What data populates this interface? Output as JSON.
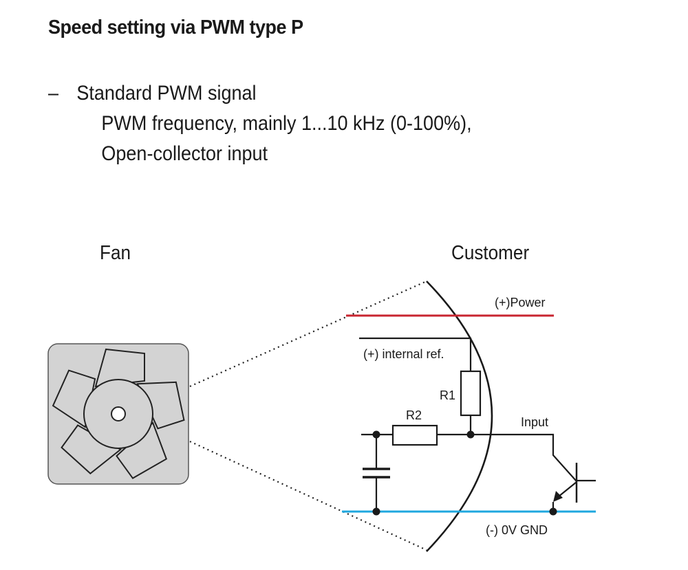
{
  "heading": {
    "title": "Speed setting via PWM type P"
  },
  "bullet": {
    "dash": "–",
    "line1": "Standard PWM signal",
    "line2": "PWM frequency, mainly 1...10 kHz (0-100%),",
    "line3": "Open-collector input"
  },
  "diagram": {
    "fan_label": "Fan",
    "customer_label": "Customer",
    "power_label": "(+)Power",
    "internal_ref_label": "(+)  internal ref.",
    "r1_label": "R1",
    "r2_label": "R2",
    "input_label": "Input",
    "gnd_label": "(-) 0V GND",
    "colors": {
      "power_line": "#c8242f",
      "gnd_line": "#1ea7df",
      "fan_body": "#d3d3d3",
      "wire": "#1a1a1a"
    },
    "icons": {
      "fan": "fan-icon",
      "resistor": "resistor-symbol",
      "capacitor": "capacitor-symbol",
      "transistor": "npn-transistor-symbol"
    }
  }
}
